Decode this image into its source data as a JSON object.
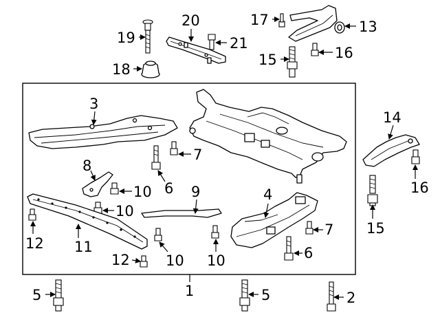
{
  "diagram": {
    "callouts": [
      {
        "id": "c1",
        "label": "1"
      },
      {
        "id": "c2",
        "label": "2"
      },
      {
        "id": "c3",
        "label": "3"
      },
      {
        "id": "c4",
        "label": "4"
      },
      {
        "id": "c5a",
        "label": "5"
      },
      {
        "id": "c5b",
        "label": "5"
      },
      {
        "id": "c6a",
        "label": "6"
      },
      {
        "id": "c6b",
        "label": "6"
      },
      {
        "id": "c7a",
        "label": "7"
      },
      {
        "id": "c7b",
        "label": "7"
      },
      {
        "id": "c8",
        "label": "8"
      },
      {
        "id": "c9",
        "label": "9"
      },
      {
        "id": "c10a",
        "label": "10"
      },
      {
        "id": "c10b",
        "label": "10"
      },
      {
        "id": "c10c",
        "label": "10"
      },
      {
        "id": "c10d",
        "label": "10"
      },
      {
        "id": "c11",
        "label": "11"
      },
      {
        "id": "c12a",
        "label": "12"
      },
      {
        "id": "c12b",
        "label": "12"
      },
      {
        "id": "c13",
        "label": "13"
      },
      {
        "id": "c14",
        "label": "14"
      },
      {
        "id": "c15a",
        "label": "15"
      },
      {
        "id": "c15b",
        "label": "15"
      },
      {
        "id": "c16a",
        "label": "16"
      },
      {
        "id": "c16b",
        "label": "16"
      },
      {
        "id": "c17",
        "label": "17"
      },
      {
        "id": "c18",
        "label": "18"
      },
      {
        "id": "c19",
        "label": "19"
      },
      {
        "id": "c20",
        "label": "20"
      },
      {
        "id": "c21",
        "label": "21"
      }
    ]
  }
}
